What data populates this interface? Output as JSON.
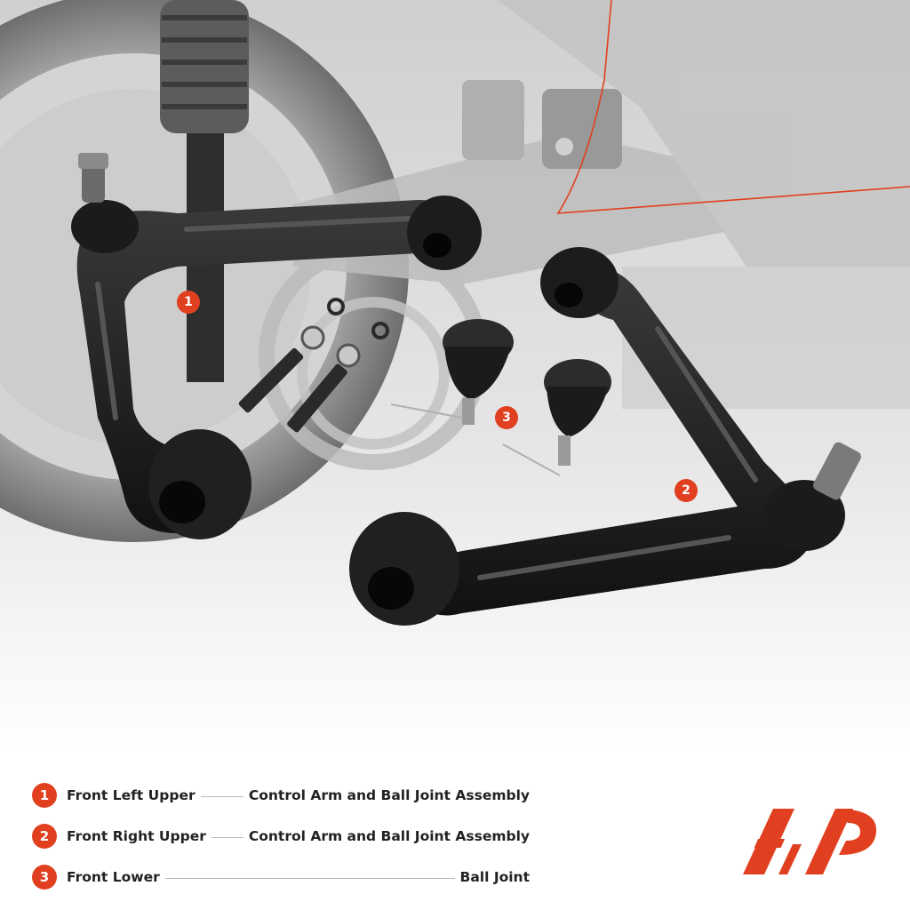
{
  "accent_color": "#e0401f",
  "callouts": [
    {
      "number": "1"
    },
    {
      "number": "2"
    },
    {
      "number": "3"
    }
  ],
  "legend": [
    {
      "number": "1",
      "left": "Front Left Upper",
      "right": "Control Arm and Ball Joint Assembly"
    },
    {
      "number": "2",
      "left": "Front Right Upper",
      "right": "Control Arm and Ball Joint Assembly"
    },
    {
      "number": "3",
      "left": "Front Lower",
      "right": "Ball Joint"
    }
  ],
  "logo_icon": "ap-brand-logo-icon"
}
